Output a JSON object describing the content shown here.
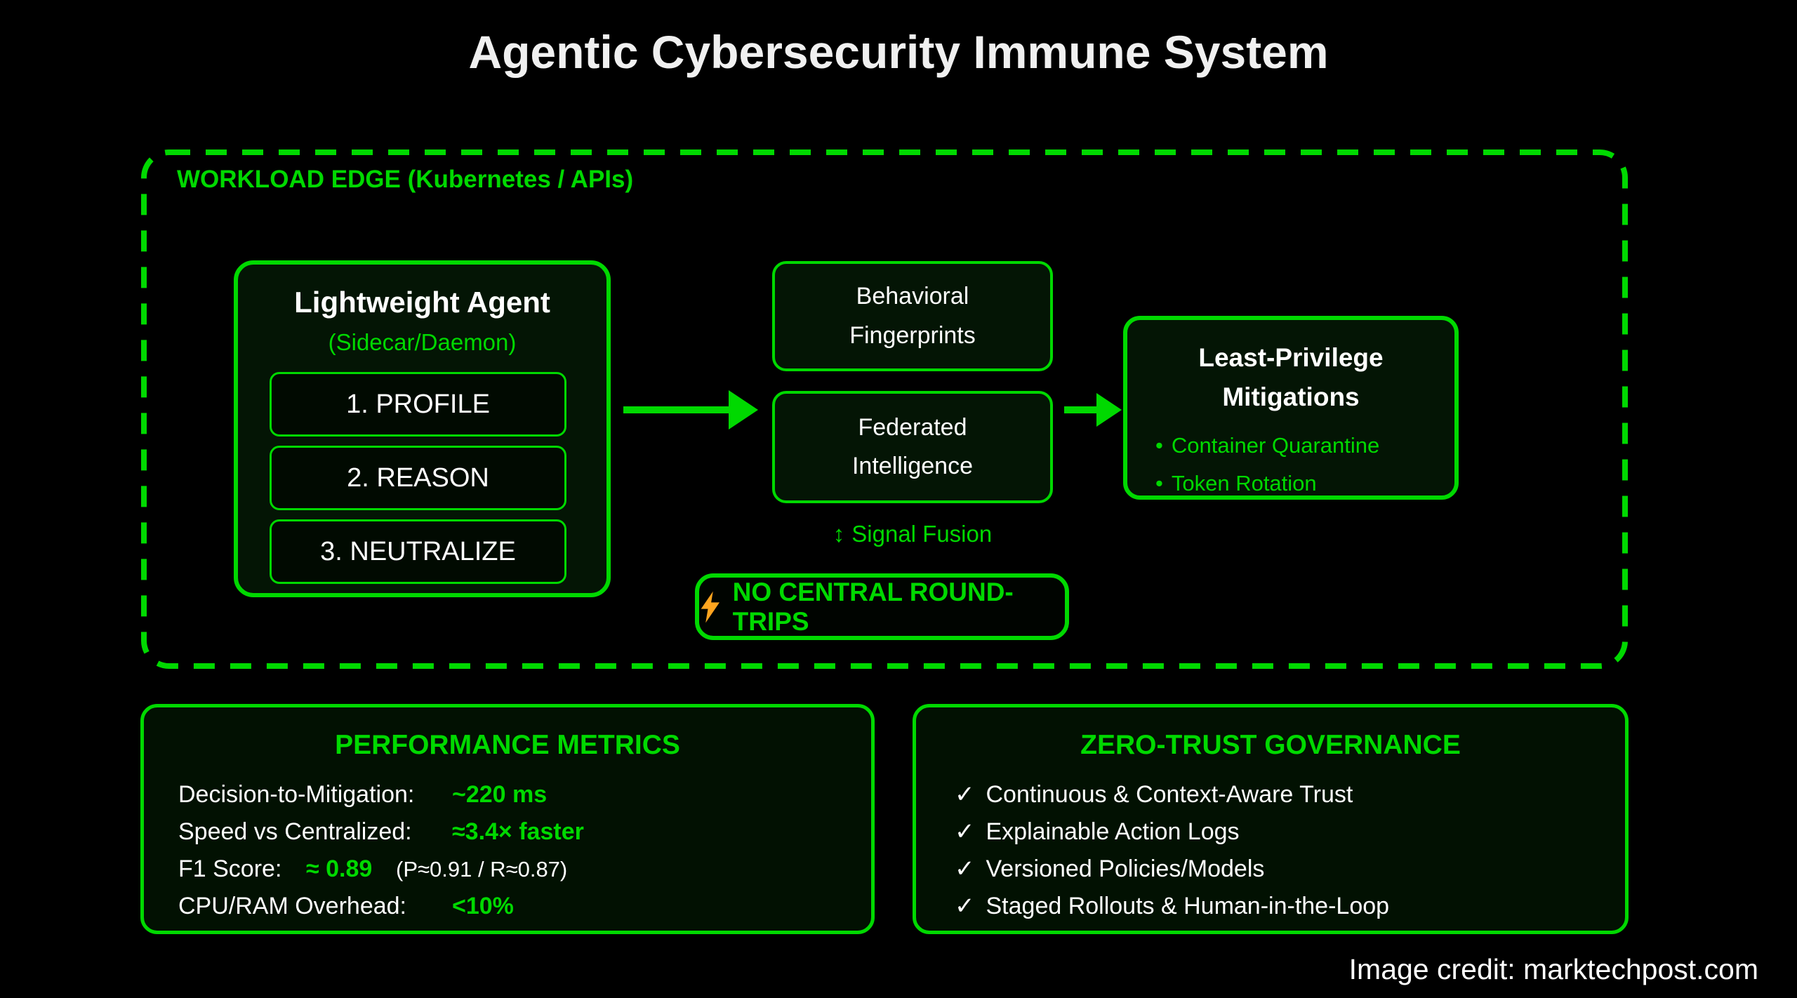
{
  "colors": {
    "accent": "#00d900",
    "text": "#ffffff",
    "title": "#f0f0f0",
    "bolt": "#ffa51f",
    "panel": "#041505",
    "panel_deep": "#021102",
    "step_fill": "#010a01",
    "background": "#000000"
  },
  "title": "Agentic Cybersecurity Immune System",
  "workload_edge": {
    "label": "WORKLOAD EDGE (Kubernetes / APIs)",
    "agent": {
      "title": "Lightweight Agent",
      "subtitle": "(Sidecar/Daemon)",
      "steps": [
        "1. PROFILE",
        "2. REASON",
        "3. NEUTRALIZE"
      ]
    },
    "fingerprints": {
      "line1": "Behavioral",
      "line2": "Fingerprints"
    },
    "intelligence": {
      "line1": "Federated",
      "line2": "Intelligence"
    },
    "signal_fusion": {
      "icon": "↕",
      "label": "Signal Fusion"
    },
    "no_central": {
      "label": "NO CENTRAL ROUND-TRIPS"
    },
    "mitigations": {
      "title_line1": "Least-Privilege",
      "title_line2": "Mitigations",
      "bullet": "•",
      "items": [
        "Container Quarantine",
        "Token Rotation"
      ]
    }
  },
  "performance": {
    "title": "PERFORMANCE METRICS",
    "rows": [
      {
        "label": "Decision-to-Mitigation:",
        "value": "~220 ms",
        "note": ""
      },
      {
        "label": "Speed vs Centralized:",
        "value": "≈3.4× faster",
        "note": ""
      },
      {
        "label": "F1 Score:",
        "value": "≈ 0.89",
        "note": "(P≈0.91 / R≈0.87)"
      },
      {
        "label": "CPU/RAM Overhead:",
        "value": "<10%",
        "note": ""
      }
    ]
  },
  "governance": {
    "title": "ZERO-TRUST GOVERNANCE",
    "check": "✓",
    "items": [
      "Continuous & Context-Aware Trust",
      "Explainable Action Logs",
      "Versioned Policies/Models",
      "Staged Rollouts & Human-in-the-Loop"
    ]
  },
  "credit": "Image credit: marktechpost.com"
}
